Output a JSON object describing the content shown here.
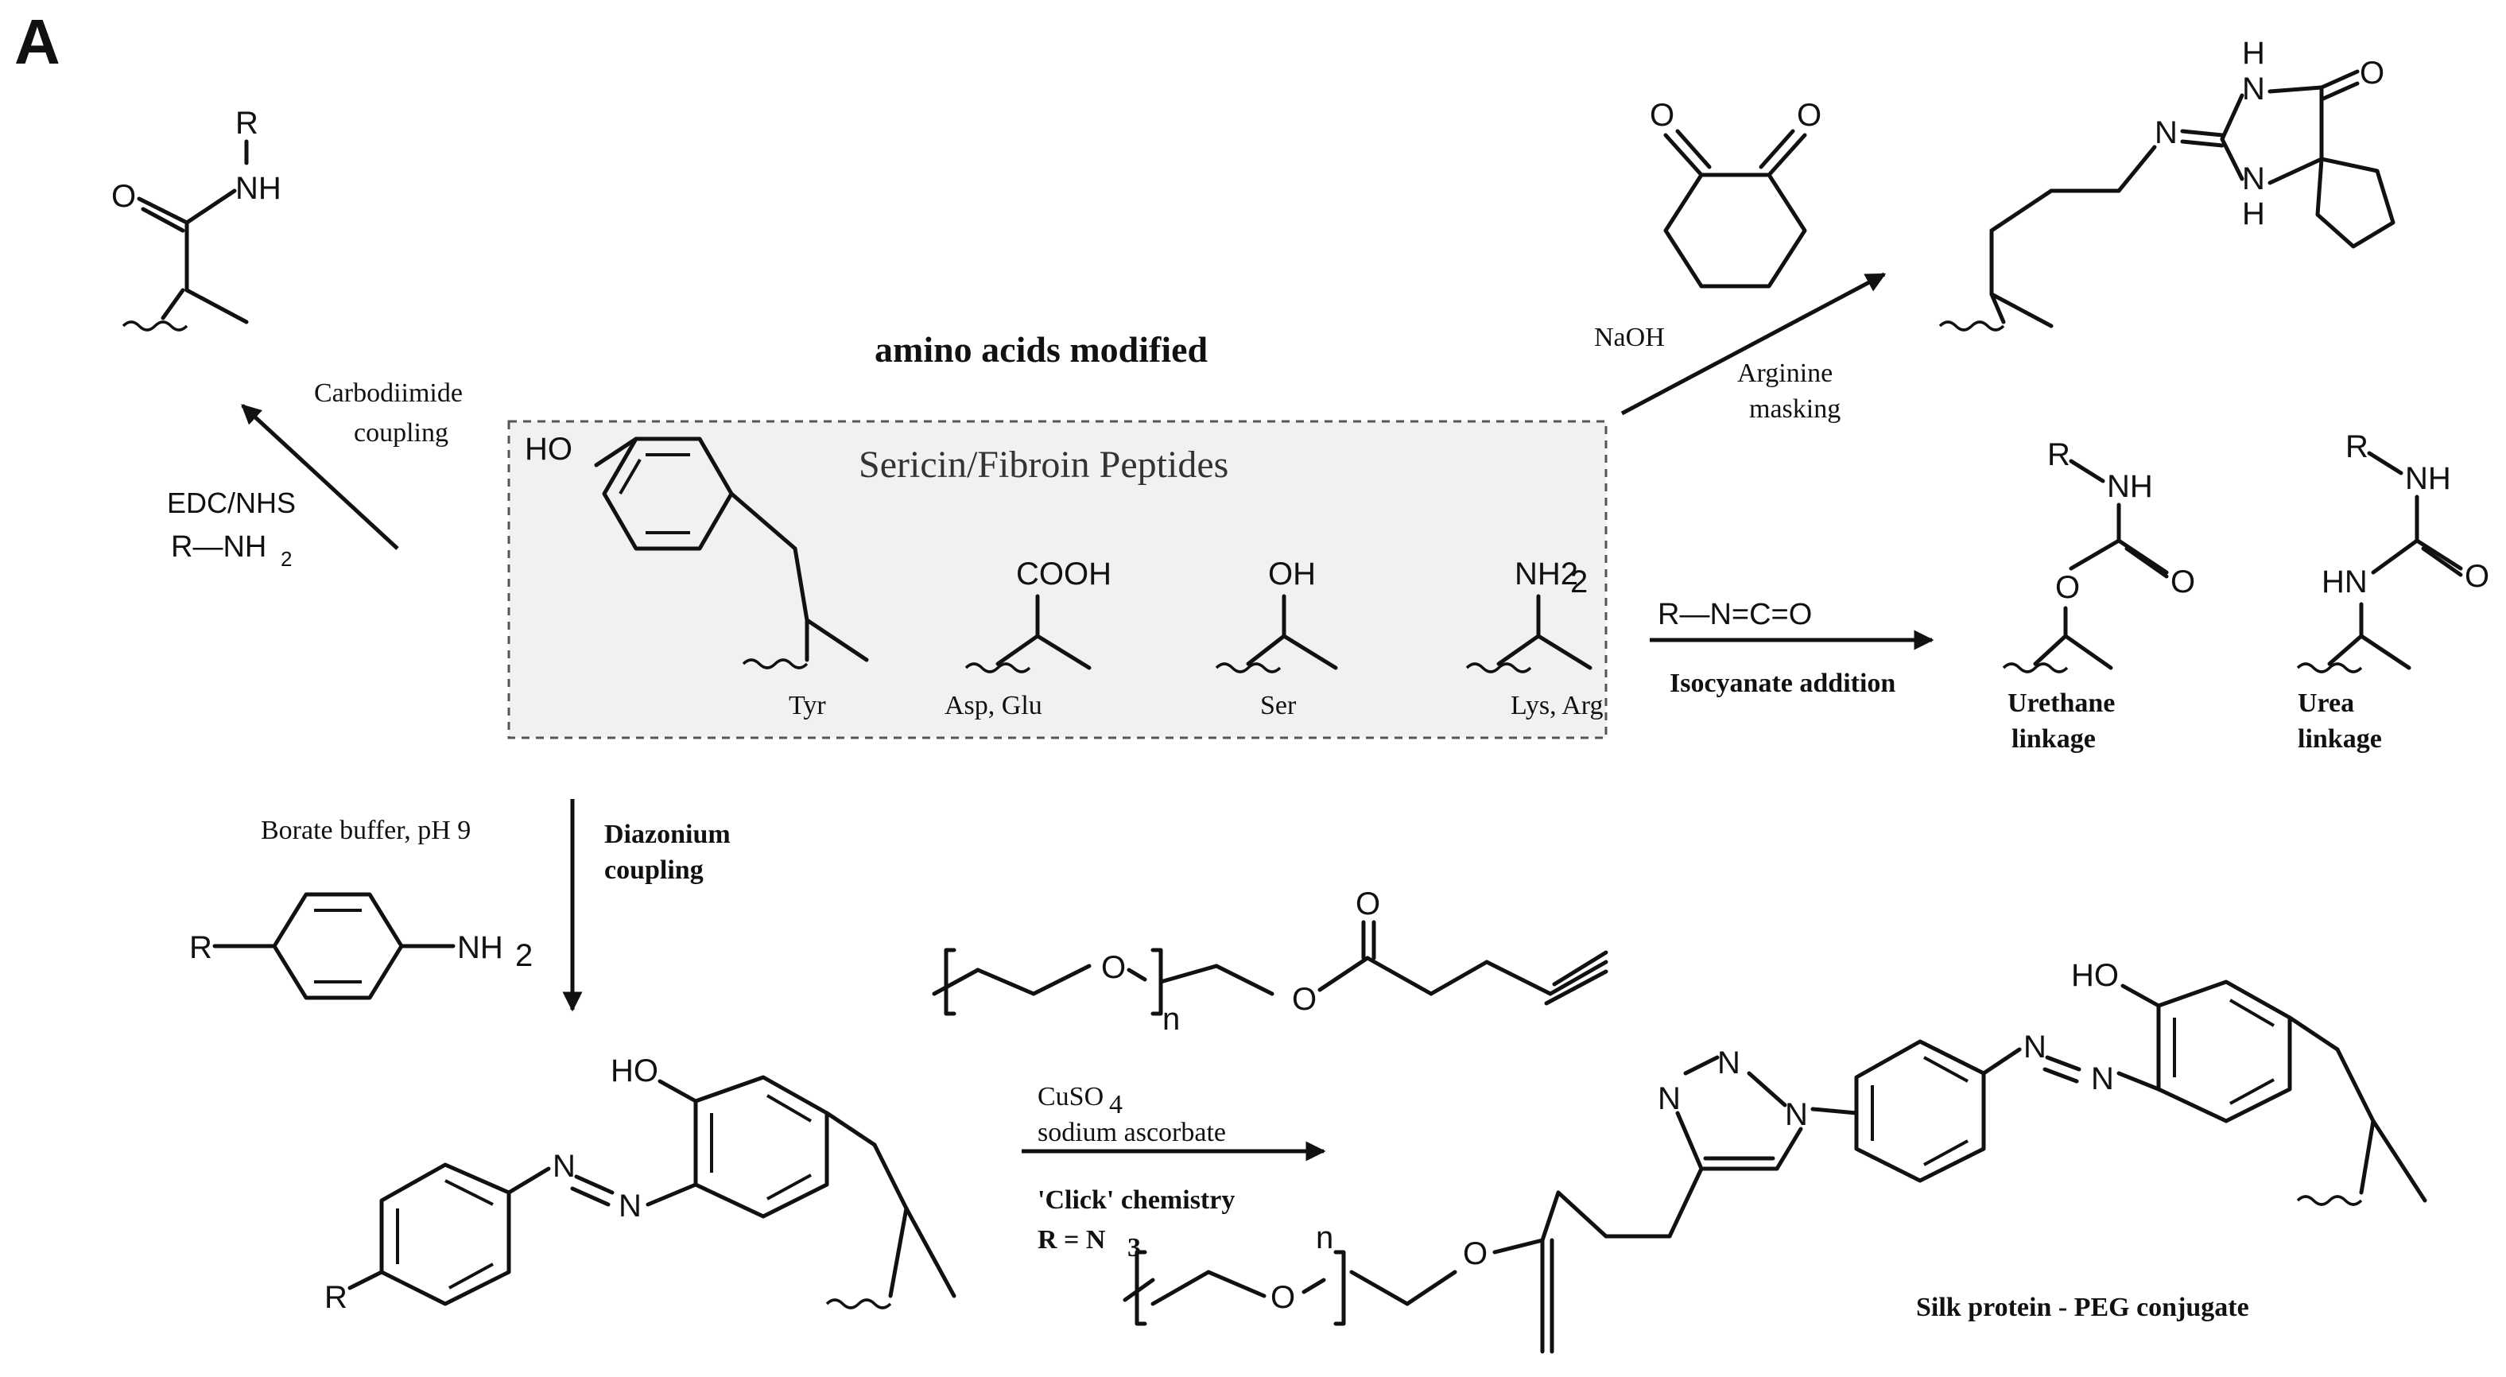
{
  "panel_label": "A",
  "title": "amino acids modified",
  "center_box": {
    "title": "Sericin/Fibroin Peptides",
    "residues": [
      "Tyr",
      "Asp, Glu",
      "Ser",
      "Lys, Arg"
    ],
    "groups": {
      "tyr_oh": "HO",
      "cooh": "COOH",
      "oh": "OH",
      "nh2": "NH2"
    }
  },
  "reactions": {
    "carbodiimide": {
      "name_line1": "Carbodiimide",
      "name_line2": "coupling",
      "reagent1": "EDC/NHS",
      "reagent2": "R—NH",
      "reagent2_sub": "2"
    },
    "arginine": {
      "reagent": "NaOH",
      "name_line1": "Arginine",
      "name_line2": "masking"
    },
    "isocyanate": {
      "reagent": "R—N=C=O",
      "name": "Isocyanate addition",
      "product1_line1": "Urethane",
      "product1_line2": "linkage",
      "product2_line1": "Urea",
      "product2_line2": "linkage"
    },
    "diazonium": {
      "buffer": "Borate buffer, pH 9",
      "name_line1": "Diazonium",
      "name_line2": "coupling"
    },
    "click": {
      "reagent1": "CuSO",
      "reagent1_sub": "4",
      "reagent2": "sodium ascorbate",
      "name": "'Click' chemistry",
      "condition": "R = N",
      "condition_sub": "3",
      "product": "Silk protein - PEG conjugate"
    }
  },
  "atoms": {
    "R": "R",
    "O": "O",
    "N": "N",
    "H": "H",
    "NH": "NH",
    "HN": "HN",
    "HO": "HO",
    "NH2": "NH",
    "sub2": "2",
    "n": "n"
  }
}
